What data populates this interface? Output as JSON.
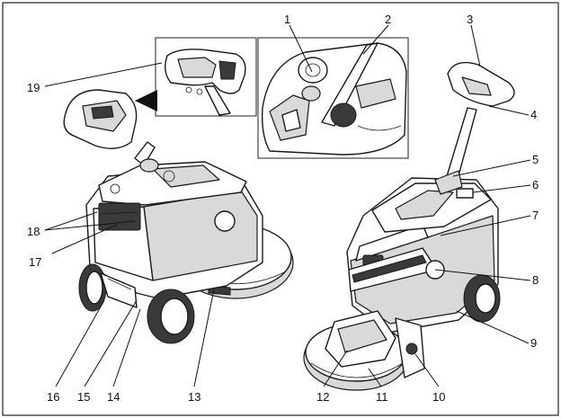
{
  "diagram": {
    "callouts": [
      {
        "id": "1",
        "label": "1"
      },
      {
        "id": "2",
        "label": "2"
      },
      {
        "id": "3",
        "label": "3"
      },
      {
        "id": "4",
        "label": "4"
      },
      {
        "id": "5",
        "label": "5"
      },
      {
        "id": "6",
        "label": "6"
      },
      {
        "id": "7",
        "label": "7"
      },
      {
        "id": "8",
        "label": "8"
      },
      {
        "id": "9",
        "label": "9"
      },
      {
        "id": "10",
        "label": "10"
      },
      {
        "id": "11",
        "label": "11"
      },
      {
        "id": "12",
        "label": "12"
      },
      {
        "id": "13",
        "label": "13"
      },
      {
        "id": "14",
        "label": "14"
      },
      {
        "id": "15",
        "label": "15"
      },
      {
        "id": "16",
        "label": "16"
      },
      {
        "id": "17",
        "label": "17"
      },
      {
        "id": "18",
        "label": "18"
      },
      {
        "id": "19",
        "label": "19"
      }
    ],
    "colors": {
      "line": "#111111",
      "fill": "#ffffff",
      "shade": "#d9d9d9",
      "dark": "#3a3a3a"
    }
  }
}
